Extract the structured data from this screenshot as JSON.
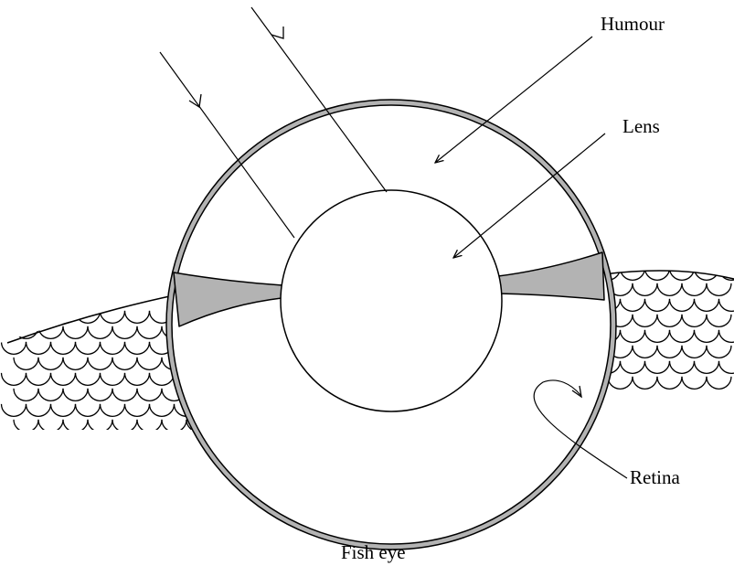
{
  "labels": {
    "humour": "Humour",
    "lens": "Lens",
    "retina": "Retina",
    "caption": "Fish eye"
  },
  "colors": {
    "stroke": "#000000",
    "retina_fill": "#b3b3b3",
    "background": "#ffffff"
  }
}
